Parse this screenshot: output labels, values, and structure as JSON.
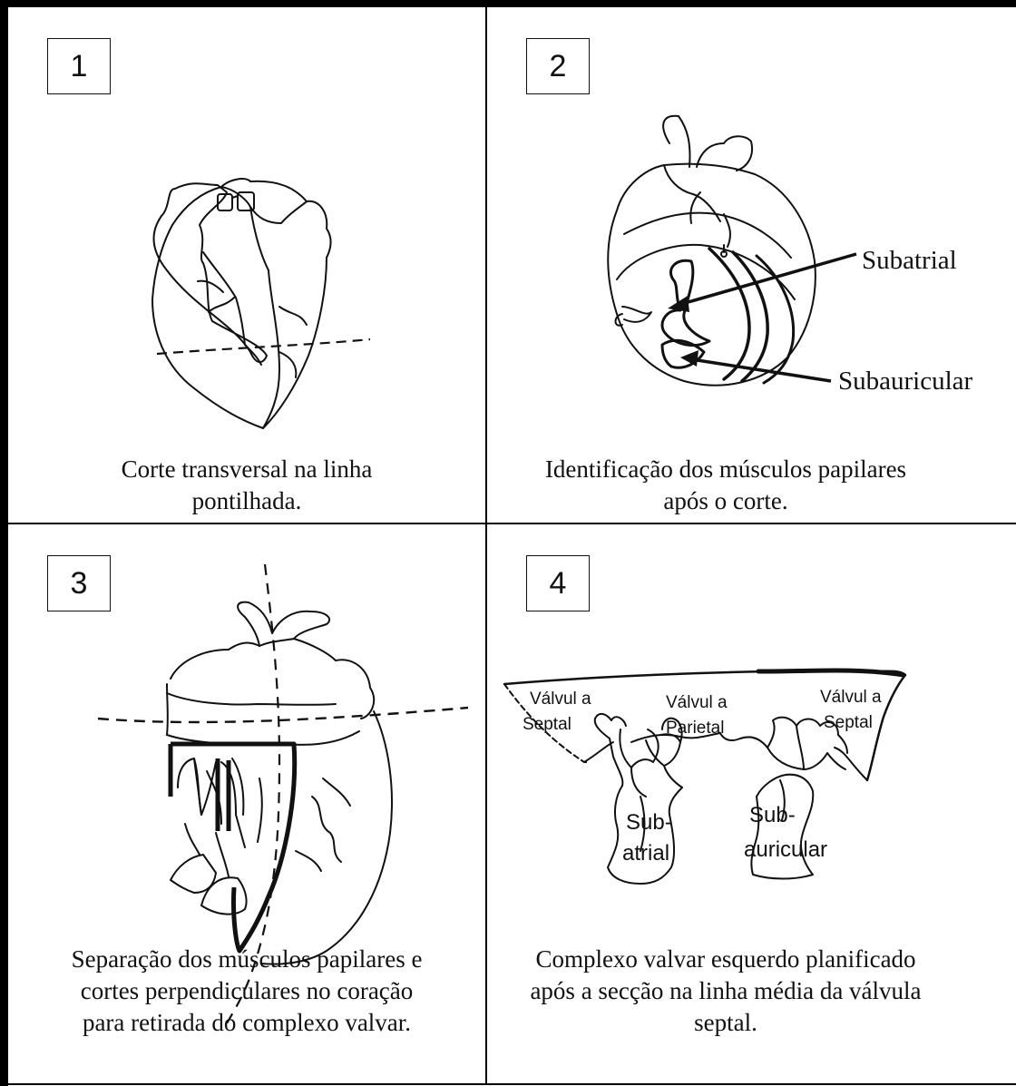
{
  "panels": [
    {
      "number": "1",
      "caption": [
        "Corte transversal na linha",
        "pontilhada."
      ]
    },
    {
      "number": "2",
      "caption": [
        "Identificação dos músculos papilares",
        "após o corte."
      ],
      "labels": {
        "subatrial": "Subatrial",
        "subauricular": "Subauricular"
      }
    },
    {
      "number": "3",
      "caption": [
        "Separação dos músculos papilares e",
        "cortes perpendiculares no coração",
        "para retirada do complexo valvar."
      ]
    },
    {
      "number": "4",
      "caption": [
        "Complexo valvar esquerdo planificado",
        "após a secção na linha média da válvula",
        "septal."
      ],
      "labels": {
        "valvula_septal_left": [
          "Válvul a",
          "Septal"
        ],
        "valvula_parietal": [
          "Válvul a",
          "Parietal"
        ],
        "valvula_septal_right": [
          "Válvul a",
          "Septal"
        ],
        "sub_atrial": [
          "Sub-",
          "atrial"
        ],
        "sub_auricular": [
          "Sub-",
          "auricular"
        ]
      }
    }
  ]
}
